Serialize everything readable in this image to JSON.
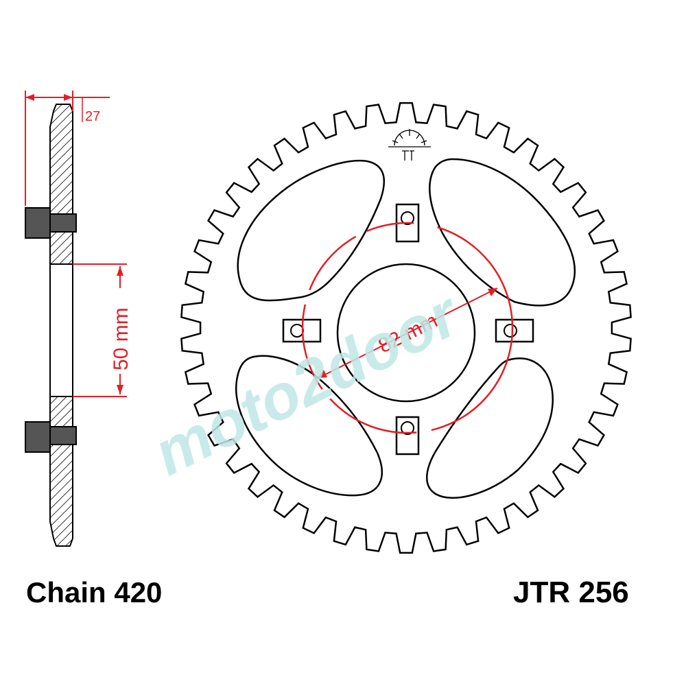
{
  "labels": {
    "chain": "Chain 420",
    "part_number": "JTR 256",
    "offset_dim": "27",
    "bore_dim": "50 mm",
    "pcd_dim": "82 mm",
    "watermark": "moto2door"
  },
  "sprocket": {
    "teeth": 42,
    "mounting_holes": 4,
    "lightening_cutouts": 4
  },
  "colors": {
    "outline": "#000000",
    "dimension": "#e31e24",
    "hatch": "#000000",
    "hub": "#555555",
    "watermark": "#bfe8e6"
  },
  "icons": {
    "logo": "jt-sprockets-logo-icon"
  }
}
